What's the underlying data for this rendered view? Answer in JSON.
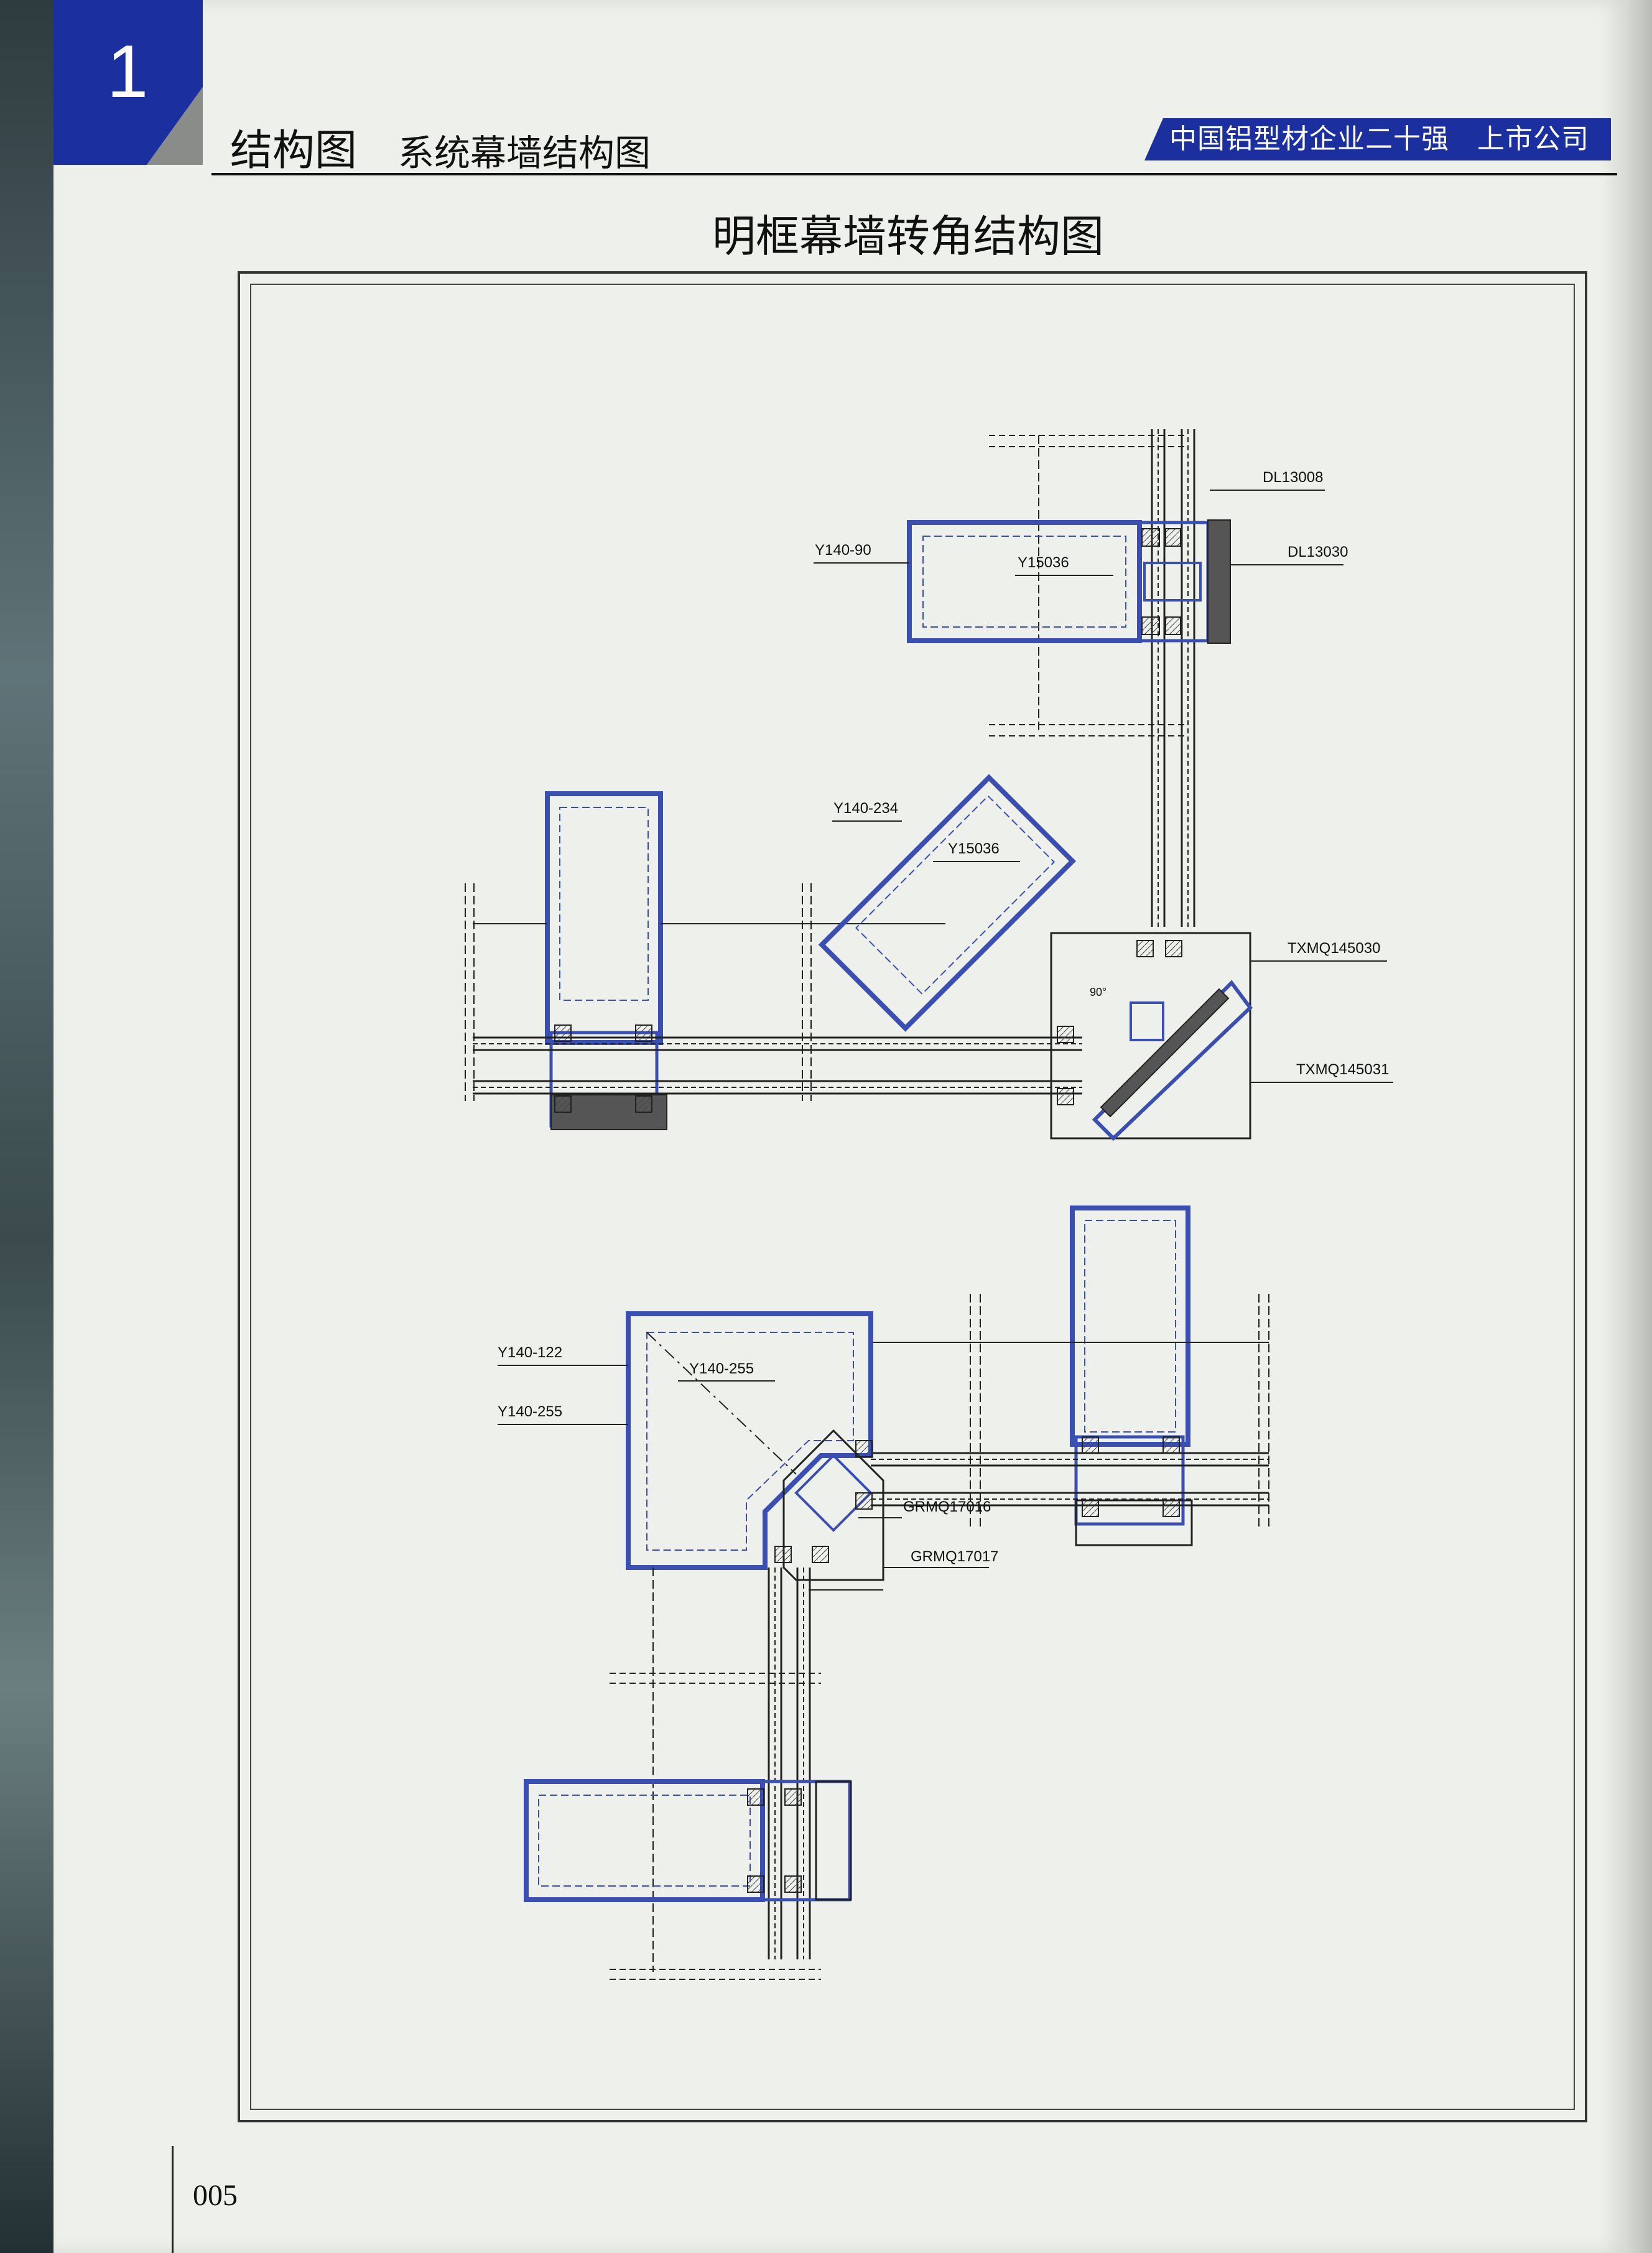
{
  "header": {
    "chapter_number": "1",
    "title": "结构图",
    "subtitle": "系统幕墙结构图",
    "banner": "中国铝型材企业二十强   上市公司"
  },
  "page_title": "明框幕墙转角结构图",
  "callouts": {
    "dl13008": "DL13008",
    "dl13030": "DL13030",
    "y140_90": "Y140-90",
    "y15036_top": "Y15036",
    "y140_234": "Y140-234",
    "y15036_mid": "Y15036",
    "txmq145030": "TXMQ145030",
    "txmq145031": "TXMQ145031",
    "y140_122": "Y140-122",
    "y140_255_a": "Y140-255",
    "y140_255_b": "Y140-255",
    "grmq17016": "GRMQ17016",
    "grmq17017": "GRMQ17017",
    "angle": "90°"
  },
  "footer": {
    "page_number": "005"
  },
  "colors": {
    "brand_blue": "#1b2f9e",
    "profile_blue": "#3b4fb0",
    "gray": "#8a8c8a"
  },
  "icons": [
    "chapter-tab-shape",
    "banner-parallelogram"
  ]
}
